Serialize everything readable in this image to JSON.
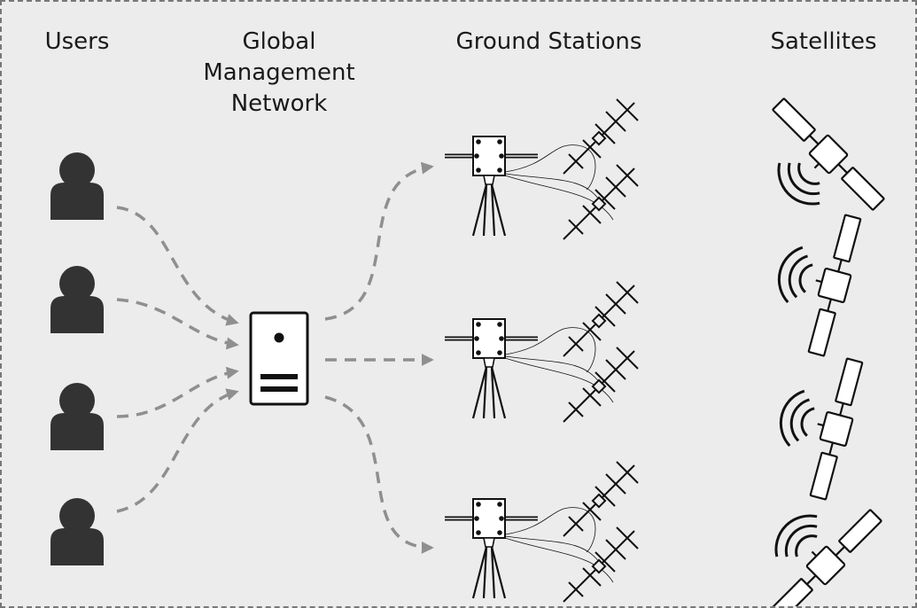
{
  "headers": {
    "users": "Users",
    "network_line1": "Global",
    "network_line2": "Management",
    "network_line3": "Network",
    "ground_stations": "Ground Stations",
    "satellites": "Satellites"
  },
  "counts": {
    "users": 4,
    "ground_stations": 3,
    "satellites": 4
  },
  "colors": {
    "background": "#ececec",
    "frame_border": "#777777",
    "user_icon": "#333333",
    "arrow": "#8f8f8f",
    "line_art": "#111111"
  },
  "icons": {
    "user": "person-icon",
    "network": "server-icon",
    "ground_station": "antenna-tripod-icon",
    "satellite": "satellite-icon"
  }
}
